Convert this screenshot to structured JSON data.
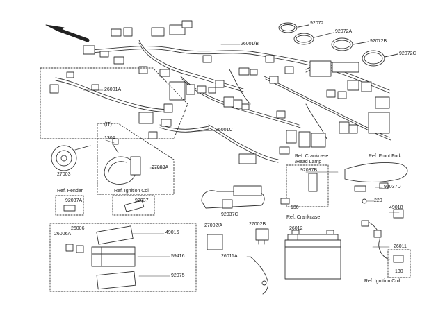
{
  "parts": {
    "p92072": "92072",
    "p92072A": "92072A",
    "p92072B": "92072B",
    "p92072C": "92072C",
    "p26001B": "26001/B",
    "p26001A": "26001A",
    "p26001C": "26001C",
    "p_it": "(IT)",
    "p130A": "130A",
    "p27003": "27003",
    "p27003A": "27003A",
    "p92037A": "92037A",
    "p92037": "92037",
    "p92037B": "92037B",
    "p92037C": "92037C",
    "p92037D": "92037D",
    "p130": "130",
    "p130b": "130",
    "p220": "220",
    "p49018": "49018",
    "p26006": "26006",
    "p26006A": "26006A",
    "p49016": "49016",
    "p59416": "59416",
    "p92075": "92075",
    "p27002A": "27002/A",
    "p27002B": "27002B",
    "p26012": "26012",
    "p26011A": "26011A",
    "p26011": "26011"
  },
  "refs": {
    "fender": "Ref. Fender",
    "ignition_coil": "Ref. Ignition Coil",
    "crankcase_headlamp_1": "Ref. Crankcase",
    "crankcase_headlamp_2": "/Head Lamp",
    "front_fork": "Ref. Front Fork",
    "crankcase": "Ref. Crankcase",
    "ignition_coil_2": "Ref. Ignition Coil"
  }
}
